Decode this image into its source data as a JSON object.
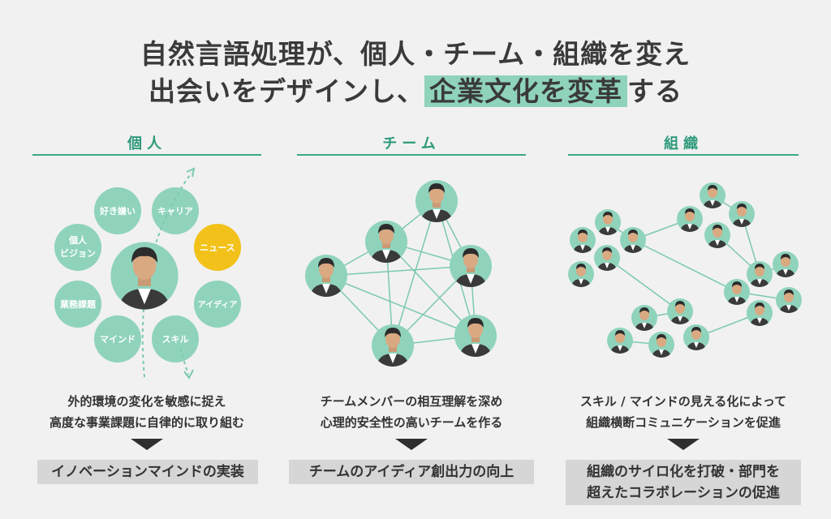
{
  "headline": {
    "line1": "自然言語処理が、個人・チーム・組織を変え",
    "line2_before": "出会いをデザインし、",
    "line2_highlight": "企業文化を変革",
    "line2_after": "する"
  },
  "columns": [
    {
      "title": "個人",
      "bubbles": [
        "好き嫌い",
        "キャリア",
        "ニュース",
        "アイディア",
        "スキル",
        "マインド",
        "業務課題",
        "個人",
        "ビジョン"
      ],
      "desc_lines": [
        "外的環境の変化を敏感に捉え",
        "高度な事業課題に自律的に取り組む"
      ],
      "result_lines": [
        "イノベーションマインドの実装"
      ]
    },
    {
      "title": "チーム",
      "desc_lines": [
        "チームメンバーの相互理解を深め",
        "心理的安全性の高いチームを作る"
      ],
      "result_lines": [
        "チームのアイディア創出力の向上"
      ]
    },
    {
      "title": "組織",
      "desc_lines": [
        "スキル / マインドの見える化によって",
        "組織横断コミュニケーションを促進"
      ],
      "result_lines": [
        "組織のサイロ化を打破・部門を",
        "超えたコラボレーションの促進"
      ]
    }
  ],
  "colors": {
    "accent_green": "#8fd3bb",
    "title_green": "#2e9a7a",
    "highlight_yellow": "#f2c21a",
    "result_gray": "#d6d6d6"
  }
}
